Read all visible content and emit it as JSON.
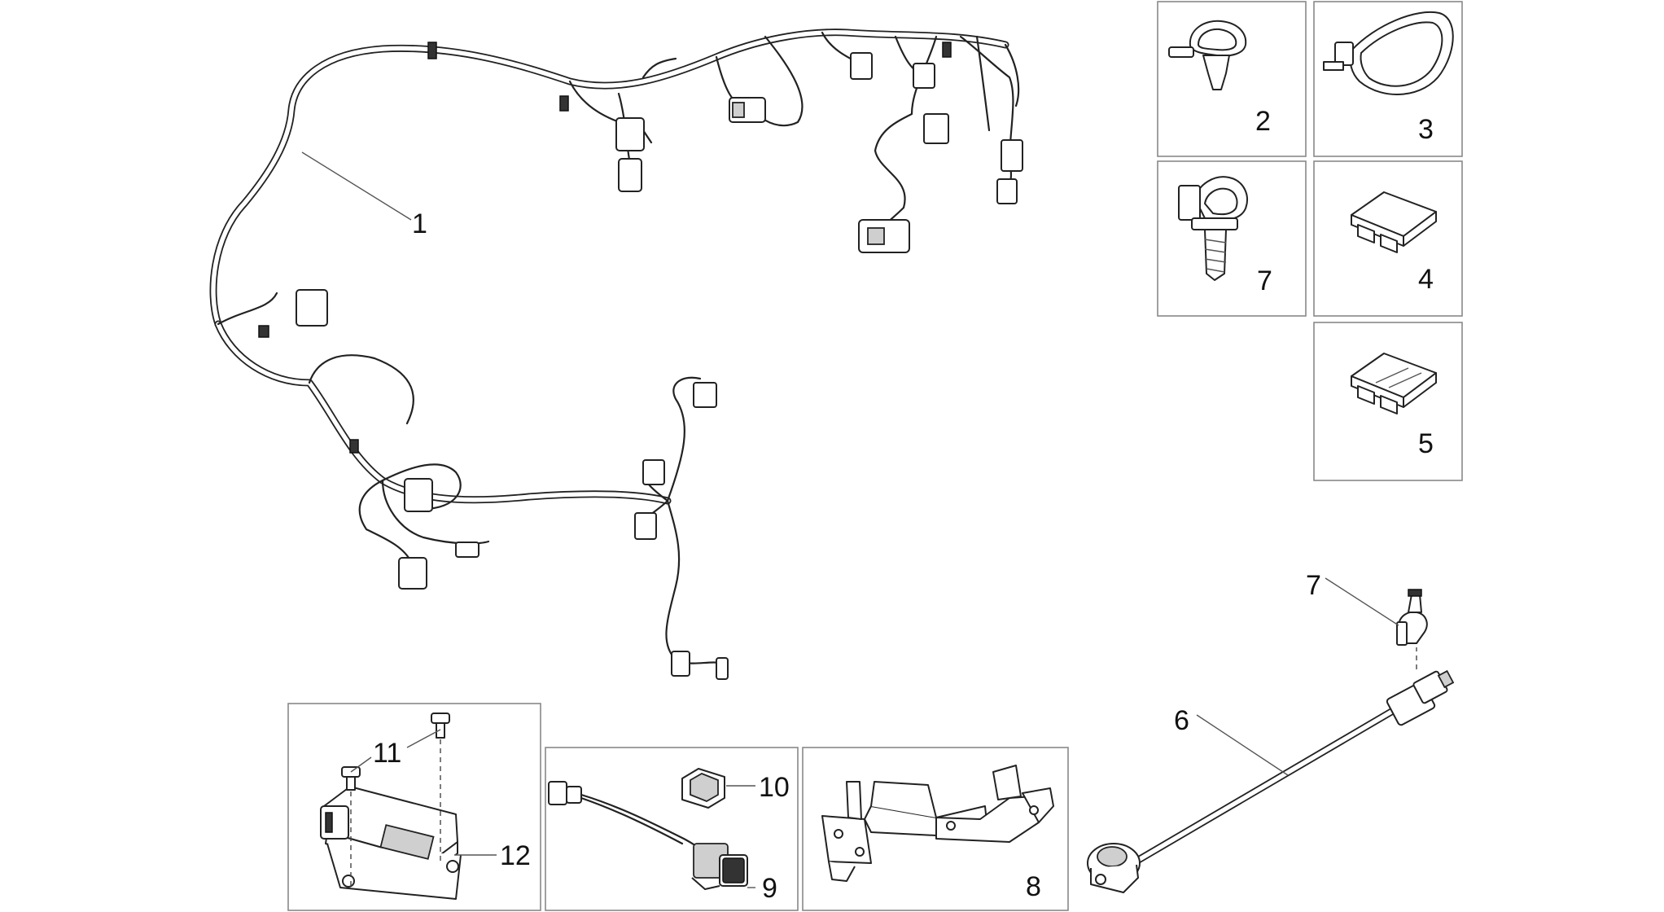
{
  "diagram": {
    "callouts": [
      {
        "id": "c1",
        "text": "1"
      },
      {
        "id": "c2",
        "text": "2"
      },
      {
        "id": "c3",
        "text": "3"
      },
      {
        "id": "c7a",
        "text": "7"
      },
      {
        "id": "c4",
        "text": "4"
      },
      {
        "id": "c5",
        "text": "5"
      },
      {
        "id": "c7b",
        "text": "7"
      },
      {
        "id": "c6",
        "text": "6"
      },
      {
        "id": "c11",
        "text": "11"
      },
      {
        "id": "c12",
        "text": "12"
      },
      {
        "id": "c10",
        "text": "10"
      },
      {
        "id": "c9",
        "text": "9"
      },
      {
        "id": "c8",
        "text": "8"
      }
    ],
    "parts": [
      {
        "name": "main-wiring-harness",
        "callout": "1"
      },
      {
        "name": "hose-clamp-clip",
        "callout": "2"
      },
      {
        "name": "cable-tie",
        "callout": "3"
      },
      {
        "name": "blade-fuse",
        "callout": "4"
      },
      {
        "name": "blade-fuse",
        "callout": "5"
      },
      {
        "name": "speed-sensor-cable",
        "callout": "6"
      },
      {
        "name": "cable-clip",
        "callout": "7"
      },
      {
        "name": "mounting-bracket",
        "callout": "8"
      },
      {
        "name": "lambda-sensor",
        "callout": "9"
      },
      {
        "name": "rubber-grommet",
        "callout": "10"
      },
      {
        "name": "screw",
        "callout": "11"
      },
      {
        "name": "control-unit",
        "callout": "12"
      }
    ]
  }
}
